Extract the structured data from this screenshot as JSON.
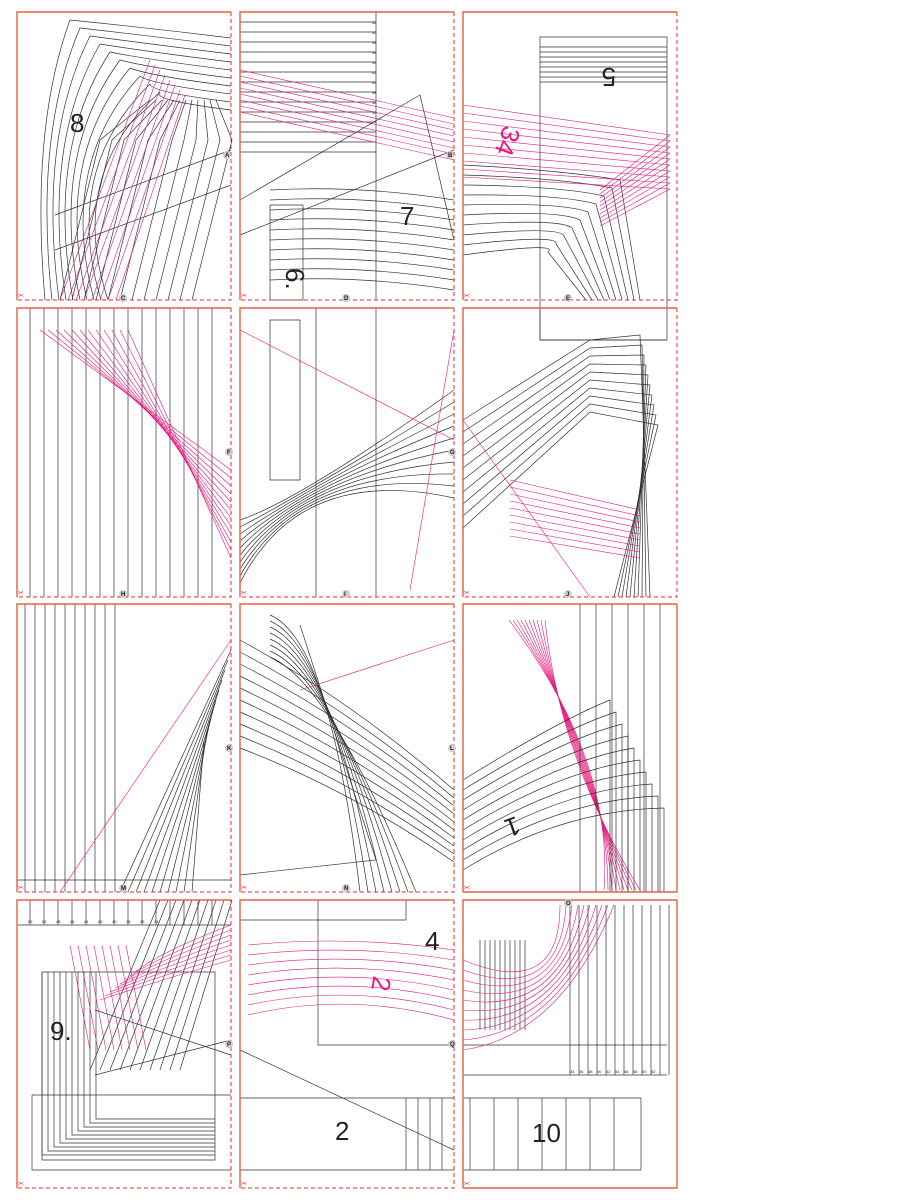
{
  "pieces": [
    {
      "id": "p8",
      "label": "8",
      "color": "#222222"
    },
    {
      "id": "p7",
      "label": "7",
      "color": "#222222"
    },
    {
      "id": "p6",
      "label": "6.",
      "color": "#222222"
    },
    {
      "id": "p5",
      "label": "5",
      "color": "#222222"
    },
    {
      "id": "p34",
      "label": "34",
      "color": "#e8167d"
    },
    {
      "id": "p1",
      "label": "1",
      "color": "#222222"
    },
    {
      "id": "p9",
      "label": "9.",
      "color": "#222222"
    },
    {
      "id": "p4",
      "label": "4",
      "color": "#222222"
    },
    {
      "id": "p2pink",
      "label": "2",
      "color": "#e8167d"
    },
    {
      "id": "p2",
      "label": "2",
      "color": "#222222"
    },
    {
      "id": "p10",
      "label": "10",
      "color": "#222222"
    }
  ],
  "markers": [
    "A",
    "B",
    "C",
    "D",
    "E",
    "F",
    "G",
    "H",
    "I",
    "J",
    "K",
    "L",
    "M",
    "N",
    "O",
    "P",
    "Q"
  ],
  "sizes": [
    "34",
    "36",
    "38",
    "40",
    "42",
    "44",
    "46",
    "48",
    "50",
    "52"
  ],
  "scissors_icon": "✂",
  "colors": {
    "tile_border": "#e8603c",
    "cut_line": "#e8242a",
    "pattern_line": "#333333",
    "pink_line": "#e8167d"
  }
}
